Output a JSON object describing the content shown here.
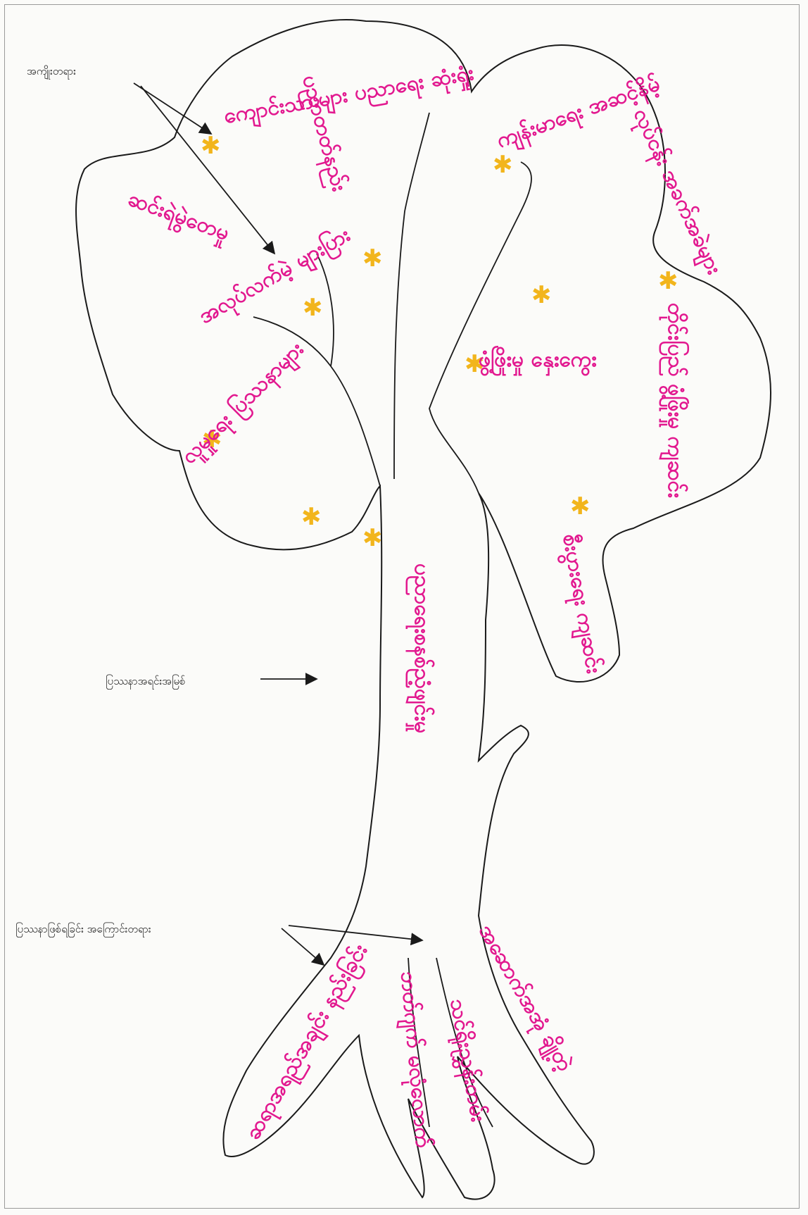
{
  "labels": {
    "effects": "အကျိုးတရား",
    "core_problem": "ပြဿနာအရင်းအမြစ်",
    "causes": "ပြဿနာဖြစ်ရခြင်း အကြောင်းတရား"
  },
  "trunk_text": "ပညာရေးစနစ်ညံ့ဖျင်းမှု",
  "effects": [
    {
      "id": "e1",
      "text": "ကျောင်းသားများ ပညာရေး ဆုံးရှုံး"
    },
    {
      "id": "e2",
      "text": "ပညာတတ်နည်း"
    },
    {
      "id": "e3",
      "text": "ကျန်းမာရေး အဆင့်နိမ့်"
    },
    {
      "id": "e4",
      "text": "လုပ်ငန်း အခက်အခဲများ"
    },
    {
      "id": "e5",
      "text": "ဆင်းရဲမွဲတေမှု"
    },
    {
      "id": "e6",
      "text": "အလုပ်လက်မဲ့ များပြား"
    },
    {
      "id": "e7",
      "text": "ဖွံ့ဖြိုးမှု နှေးကွေး"
    },
    {
      "id": "e8",
      "text": "တိုင်းပြည် ဖွံ့ဖြိုးမှု ကျဆင်း"
    },
    {
      "id": "e9",
      "text": "လူမှုရေး ပြဿနာများ"
    },
    {
      "id": "e10",
      "text": "စီးပွားရေး ကျဆင်း"
    }
  ],
  "causes": [
    {
      "id": "c1",
      "text": "ဆရာအရည်အချင်း နည်းခြင်း"
    },
    {
      "id": "c2",
      "text": "ဘတ်ဂျက် မလုံလောက်"
    },
    {
      "id": "c3",
      "text": "သင်ရိုးညွှန်းတမ်း"
    },
    {
      "id": "c4",
      "text": "အဆောက်အအုံ ချို့တဲ့"
    }
  ],
  "colors": {
    "handwriting": "#e2188f",
    "star": "#f2b51c",
    "outline": "#1a1a1a"
  },
  "icons": {
    "effect_marker": "asterisk-star-icon"
  }
}
